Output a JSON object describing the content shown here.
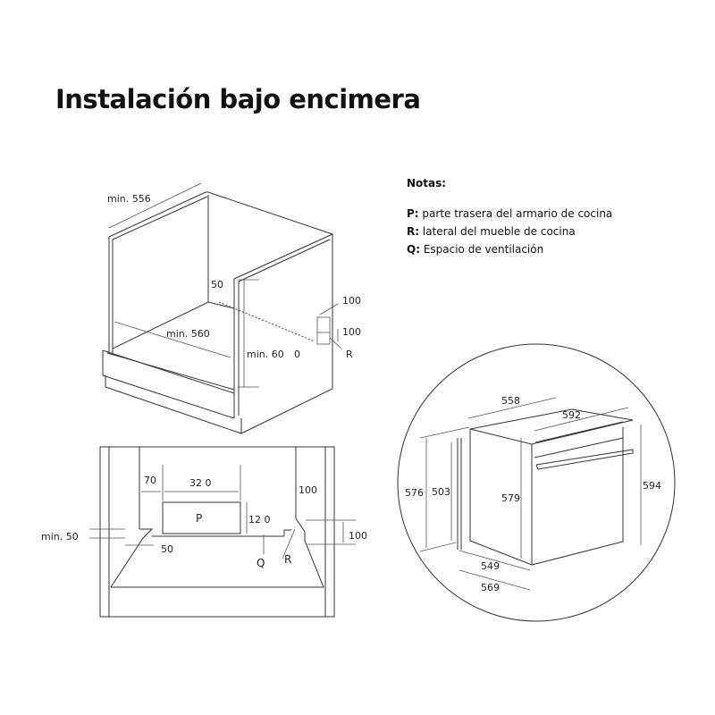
{
  "title": "Instalación bajo encimera",
  "notes": {
    "heading": "Notas:",
    "items": [
      {
        "key": "P:",
        "text": " parte trasera del armario de cocina"
      },
      {
        "key": "R:",
        "text": " lateral del mueble de cocina"
      },
      {
        "key": "Q:",
        "text": " Espacio de ventilación"
      }
    ]
  },
  "cabinet": {
    "width_min": "min. 556",
    "inner_min": "min. 560",
    "height_min": "min. 60",
    "height_min_suffix": "0",
    "gap": "50",
    "vent_w": "100",
    "vent_h": "100",
    "r_label": "R"
  },
  "section": {
    "d70": "70",
    "d320": "32 0",
    "d120": "12 0",
    "d100a": "100",
    "d100b": "100",
    "min50": "min. 50",
    "d50": "50",
    "p_label": "P",
    "q_label": "Q",
    "r_label": "R"
  },
  "oven": {
    "d558": "558",
    "d592": "592",
    "d576": "576",
    "d503": "503",
    "d579": "579",
    "d594": "594",
    "d549": "549",
    "d569": "569"
  }
}
